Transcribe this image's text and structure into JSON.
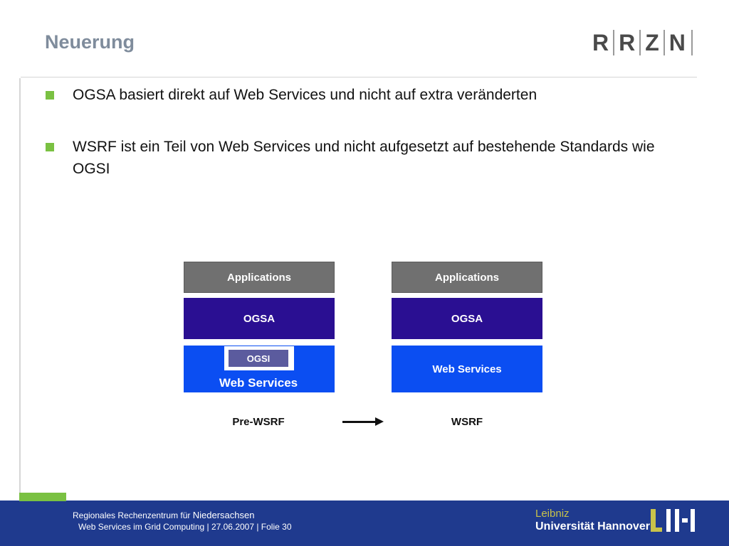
{
  "slide": {
    "title": "Neuerung"
  },
  "logo": {
    "letters": [
      "R",
      "R",
      "Z",
      "N"
    ]
  },
  "bullets": [
    "OGSA basiert direkt auf Web Services und nicht auf extra veränderten",
    "WSRF ist ein Teil von Web Services und nicht aufgesetzt auf bestehende Standards wie OGSI"
  ],
  "diagram": {
    "left": {
      "applications": "Applications",
      "ogsa": "OGSA",
      "ogsi": "OGSI",
      "web_services": "Web Services",
      "caption": "Pre-WSRF"
    },
    "right": {
      "applications": "Applications",
      "ogsa": "OGSA",
      "web_services": "Web Services",
      "caption": "WSRF"
    }
  },
  "footer": {
    "org_prefix": "Regionales Rechenzentrum für ",
    "org_region": "Niedersachsen",
    "info": "Web Services im Grid Computing | 27.06.2007 | Folie 30",
    "university_line1": "Leibniz",
    "university_line2": "Universität Hannover"
  },
  "colors": {
    "title": "#7f8c9c",
    "bullet": "#7ac142",
    "applications": "#707070",
    "ogsa": "#2a0f92",
    "web_services": "#0b4ef2",
    "footer": "#1f3a8e"
  }
}
